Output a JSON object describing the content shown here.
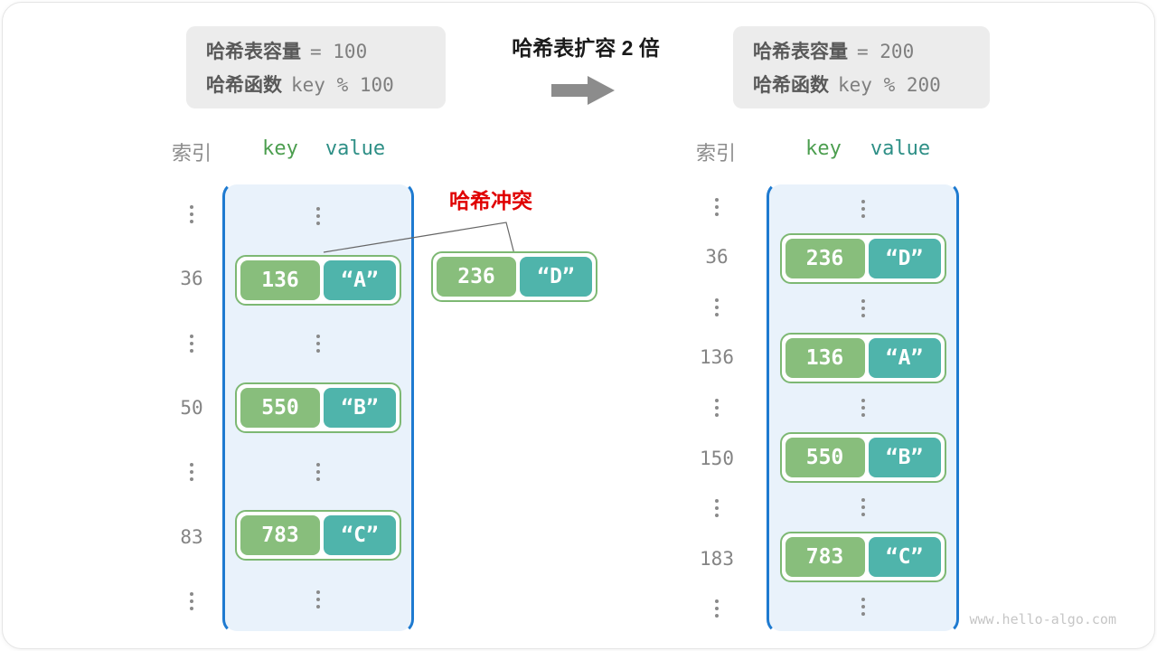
{
  "header": {
    "left_box": {
      "capacity_label": "哈希表容量",
      "capacity_value": "= 100",
      "function_label": "哈希函数",
      "function_value": "key % 100"
    },
    "title": "哈希表扩容 2 倍",
    "right_box": {
      "capacity_label": "哈希表容量",
      "capacity_value": "= 200",
      "function_label": "哈希函数",
      "function_value": "key % 200"
    }
  },
  "collision": {
    "label": "哈希冲突",
    "pair": {
      "key": "236",
      "value": "“D”"
    }
  },
  "tables": {
    "left": {
      "headers": {
        "index": "索引",
        "key": "key",
        "value": "value"
      },
      "rows": [
        {
          "type": "ellipsis"
        },
        {
          "type": "pair",
          "index": "36",
          "key": "136",
          "value": "“A”"
        },
        {
          "type": "ellipsis"
        },
        {
          "type": "pair",
          "index": "50",
          "key": "550",
          "value": "“B”"
        },
        {
          "type": "ellipsis"
        },
        {
          "type": "pair",
          "index": "83",
          "key": "783",
          "value": "“C”"
        },
        {
          "type": "ellipsis"
        }
      ]
    },
    "right": {
      "headers": {
        "index": "索引",
        "key": "key",
        "value": "value"
      },
      "rows": [
        {
          "type": "ellipsis"
        },
        {
          "type": "pair",
          "index": "36",
          "key": "236",
          "value": "“D”"
        },
        {
          "type": "ellipsis"
        },
        {
          "type": "pair",
          "index": "136",
          "key": "136",
          "value": "“A”"
        },
        {
          "type": "ellipsis"
        },
        {
          "type": "pair",
          "index": "150",
          "key": "550",
          "value": "“B”"
        },
        {
          "type": "ellipsis"
        },
        {
          "type": "pair",
          "index": "183",
          "key": "783",
          "value": "“C”"
        },
        {
          "type": "ellipsis"
        }
      ]
    }
  },
  "watermark": {
    "text": "www.hello-algo.com"
  },
  "colors": {
    "key_green": "#88be7c",
    "value_teal": "#4fb4ab",
    "pair_border_green": "#7db873",
    "table_border_blue": "#1e7ad0",
    "table_fill_blue": "#e9f2fb",
    "collision_red": "#e00000",
    "info_box_gray": "#ececec",
    "label_dark_gray": "#595959",
    "mono_value_gray": "#7f7f7f",
    "index_gray": "#848484",
    "arrow_gray": "#8c8c8c",
    "key_header_green": "#4c9e4f",
    "value_header_teal": "#2e8f86",
    "watermark_gray": "#c6c6c6"
  }
}
